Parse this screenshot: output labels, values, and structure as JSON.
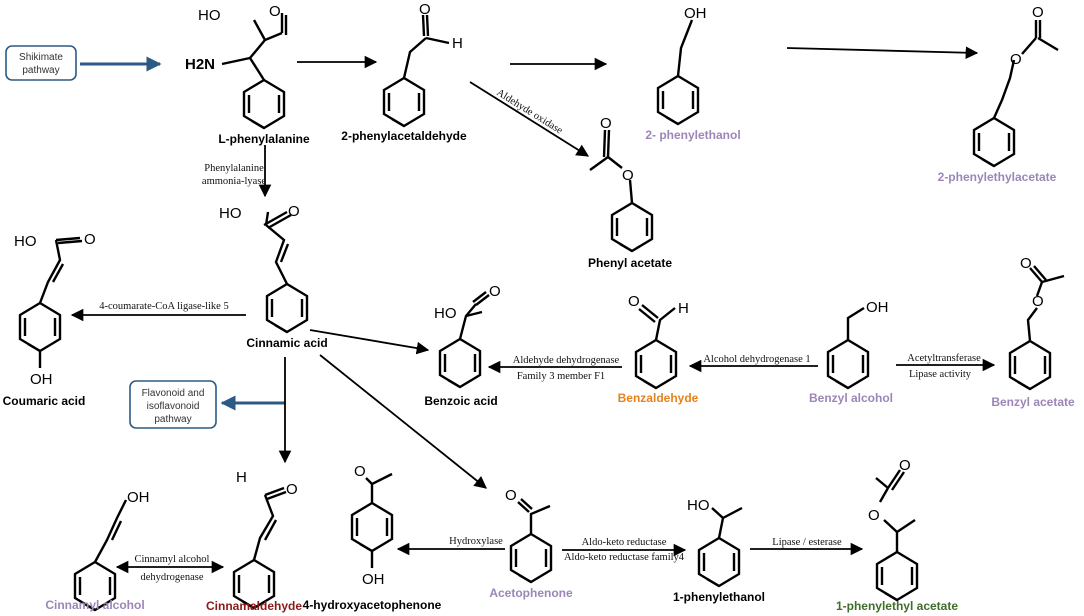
{
  "colors": {
    "black": "#000000",
    "purple": "#9c86b8",
    "orange": "#e6821e",
    "darkred": "#8b1a1a",
    "green": "#3f6e2a",
    "blue_arrow": "#2c5a86",
    "box_border": "#2c5a86"
  },
  "boxes": {
    "shikimate": [
      "Shikimate",
      "pathway"
    ],
    "flavonoid": [
      "Flavonoid and",
      "isoflavonoid",
      "pathway"
    ]
  },
  "compounds": {
    "l_phenylalanine": "L-phenylalanine",
    "phenylacetaldehyde": "2-phenylacetaldehyde",
    "phenylethanol": "2- phenylethanol",
    "phenylethylacetate": "2-phenylethylacetate",
    "phenyl_acetate": "Phenyl acetate",
    "cinnamic_acid": "Cinnamic acid",
    "coumaric_acid": "Coumaric acid",
    "benzoic_acid": "Benzoic acid",
    "benzaldehyde": "Benzaldehyde",
    "benzyl_alcohol": "Benzyl alcohol",
    "benzyl_acetate": "Benzyl acetate",
    "cinnamyl_alcohol": "Cinnamyl alcohol",
    "cinnamaldehyde": "Cinnamaldehyde",
    "hydroxyacetophenone": "4-hydroxyacetophenone",
    "acetophenone": "Acetophenone",
    "phenylethanol_1": "1-phenylethanol",
    "phenylethyl_acetate_1": "1-phenylethyl acetate"
  },
  "enzymes": {
    "aldehyde_oxidase": "Aldehyde oxidase",
    "pal_1": "Phenylalanine",
    "pal_2": "ammonia-lyase",
    "coumarate": "4-coumarate-CoA  ligase-like  5",
    "ald_dehyd_1": "Aldehyde dehydrogenase",
    "ald_dehyd_2": "Family  3  member  F1",
    "alc_dehyd": "Alcohol dehydrogenase 1",
    "acetyltransferase": "Acetyltransferase",
    "lipase_activity": "Lipase activity",
    "cinnamyl_dehyd_1": "Cinnamyl  alcohol",
    "cinnamyl_dehyd_2": "dehydrogenase",
    "hydroxylase": "Hydroxylase",
    "aldo_keto_1": "Aldo-keto reductase",
    "aldo_keto_2": "Aldo-keto reductase family4",
    "lipase_esterase": "Lipase / esterase"
  },
  "atoms": {
    "HO": "HO",
    "OH": "OH",
    "O": "O",
    "H": "H",
    "H2N": "H2N"
  }
}
